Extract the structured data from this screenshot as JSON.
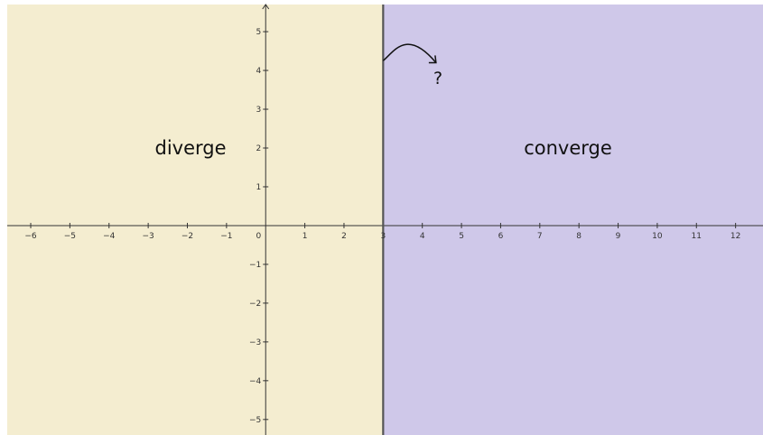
{
  "colors": {
    "diverge_region": "#f4edd0",
    "converge_region": "#cfc8e9",
    "boundary_line": "#555555",
    "axis": "#333333"
  },
  "regions": {
    "diverge": {
      "label": "diverge",
      "x_from": -6.6,
      "x_to": 3
    },
    "converge": {
      "label": "converge",
      "x_from": 3,
      "x_to": 12.7
    }
  },
  "boundary": {
    "x": 3
  },
  "question_mark": "?",
  "axes": {
    "x_range": [
      -6.6,
      12.7
    ],
    "y_range": [
      -5.4,
      5.7
    ],
    "x_ticks": [
      {
        "v": -6,
        "t": "−6"
      },
      {
        "v": -5,
        "t": "−5"
      },
      {
        "v": -4,
        "t": "−4"
      },
      {
        "v": -3,
        "t": "−3"
      },
      {
        "v": -2,
        "t": "−2"
      },
      {
        "v": -1,
        "t": "−1"
      },
      {
        "v": 1,
        "t": "1"
      },
      {
        "v": 2,
        "t": "2"
      },
      {
        "v": 3,
        "t": "3"
      },
      {
        "v": 4,
        "t": "4"
      },
      {
        "v": 5,
        "t": "5"
      },
      {
        "v": 6,
        "t": "6"
      },
      {
        "v": 7,
        "t": "7"
      },
      {
        "v": 8,
        "t": "8"
      },
      {
        "v": 9,
        "t": "9"
      },
      {
        "v": 10,
        "t": "10"
      },
      {
        "v": 11,
        "t": "11"
      },
      {
        "v": 12,
        "t": "12"
      }
    ],
    "y_ticks": [
      {
        "v": 5,
        "t": "5"
      },
      {
        "v": 4,
        "t": "4"
      },
      {
        "v": 3,
        "t": "3"
      },
      {
        "v": 2,
        "t": "2"
      },
      {
        "v": 1,
        "t": "1"
      },
      {
        "v": -1,
        "t": "−1"
      },
      {
        "v": -2,
        "t": "−2"
      },
      {
        "v": -3,
        "t": "−3"
      },
      {
        "v": -4,
        "t": "−4"
      },
      {
        "v": -5,
        "t": "−5"
      }
    ],
    "origin_label": "0"
  }
}
